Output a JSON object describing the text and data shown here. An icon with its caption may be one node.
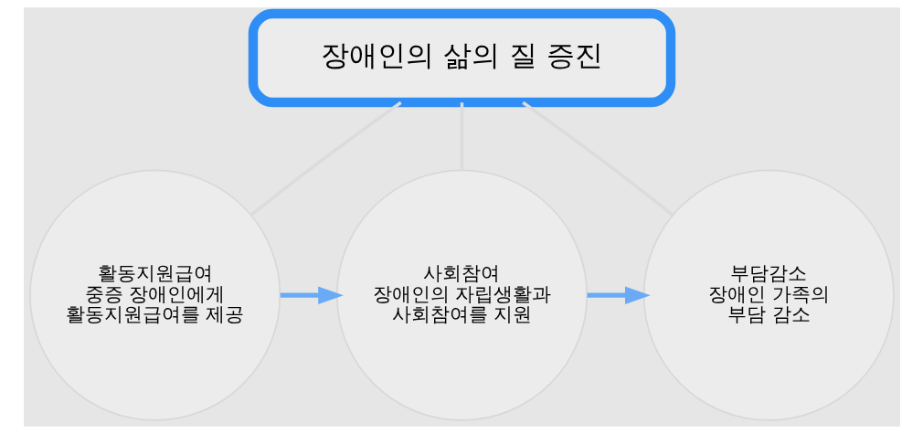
{
  "diagram": {
    "nodes": [
      {
        "text": [
          "장애인의 삶의 질 증진"
        ]
      },
      {
        "text": [
          "활동지원급여",
          "중증 장애인에게 활동지원급여를 제공"
        ]
      },
      {
        "text": [
          "사회참여",
          "장애인의 자립생활과 사회참여를 지원"
        ]
      },
      {
        "text": [
          "부담감소",
          "장애인 가족의 부담 감소"
        ]
      }
    ],
    "edges": [
      {
        "from": 0,
        "to": 1,
        "arrow": "none",
        "color": "#dcdcdc"
      },
      {
        "from": 0,
        "to": 2,
        "arrow": "none",
        "color": "#dcdcdc"
      },
      {
        "from": 0,
        "to": 3,
        "arrow": "none",
        "color": "#dcdcdc"
      },
      {
        "from": 1,
        "to": 2,
        "arrow": "to",
        "color": "#6aaaf7"
      },
      {
        "from": 2,
        "to": 3,
        "arrow": "to",
        "color": "#6aaaf7"
      }
    ]
  }
}
